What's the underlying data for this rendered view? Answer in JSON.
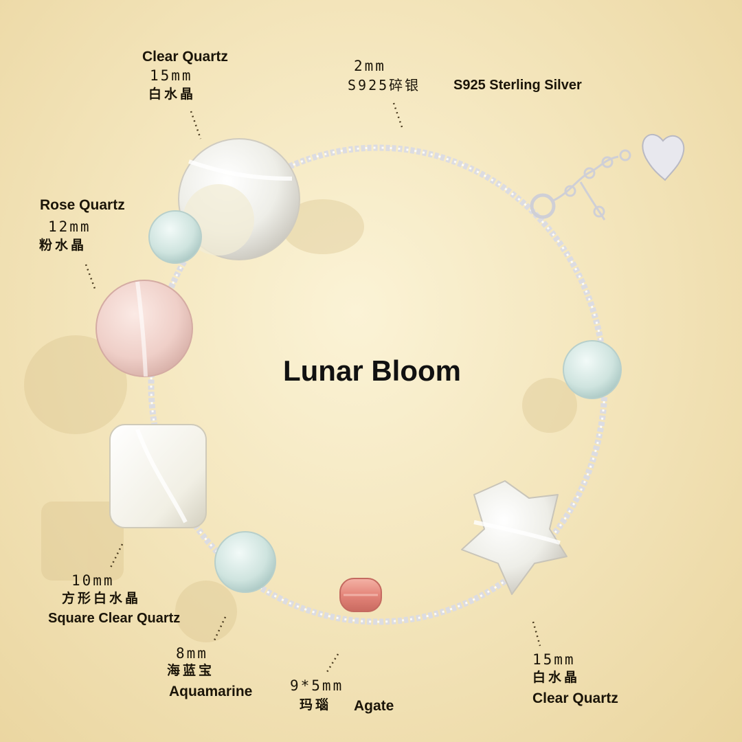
{
  "title": "Lunar Bloom",
  "colors": {
    "background": "#f4e6bd",
    "silver": "#d9d9de",
    "clear_quartz": "#f3f2ec",
    "rose_quartz": "#f1d3cd",
    "aquamarine": "#d5e8e3",
    "agate": "#e88a7c"
  },
  "labels": {
    "clear_top": {
      "en": "Clear Quartz",
      "size": "15mm",
      "cn": "白水晶"
    },
    "silver": {
      "size": "2mm",
      "cn": "S925碎银",
      "en": "S925 Sterling Silver"
    },
    "rose": {
      "en": "Rose Quartz",
      "size": "12mm",
      "cn": "粉水晶"
    },
    "square": {
      "size": "10mm",
      "cn": "方形白水晶",
      "en": "Square Clear Quartz"
    },
    "aquamarine": {
      "size": "8mm",
      "cn": "海蓝宝",
      "en": "Aquamarine"
    },
    "agate": {
      "size": "9*5mm",
      "cn": "玛瑙",
      "en": "Agate"
    },
    "star": {
      "size": "15mm",
      "cn": "白水晶",
      "en": "Clear Quartz"
    }
  }
}
